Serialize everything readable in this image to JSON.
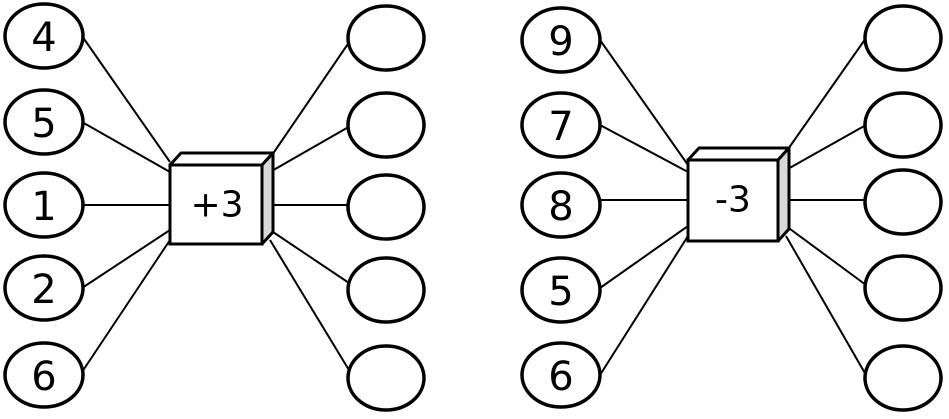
{
  "machines": [
    {
      "rule": "+3",
      "inputs": [
        "4",
        "5",
        "1",
        "2",
        "6"
      ],
      "outputs": [
        "",
        "",
        "",
        "",
        ""
      ]
    },
    {
      "rule": "-3",
      "inputs": [
        "9",
        "7",
        "8",
        "5",
        "6"
      ],
      "outputs": [
        "",
        "",
        "",
        "",
        ""
      ]
    }
  ],
  "colors": {
    "stroke": "#000000",
    "background": "#ffffff",
    "box_side": "#d8d8d8"
  }
}
